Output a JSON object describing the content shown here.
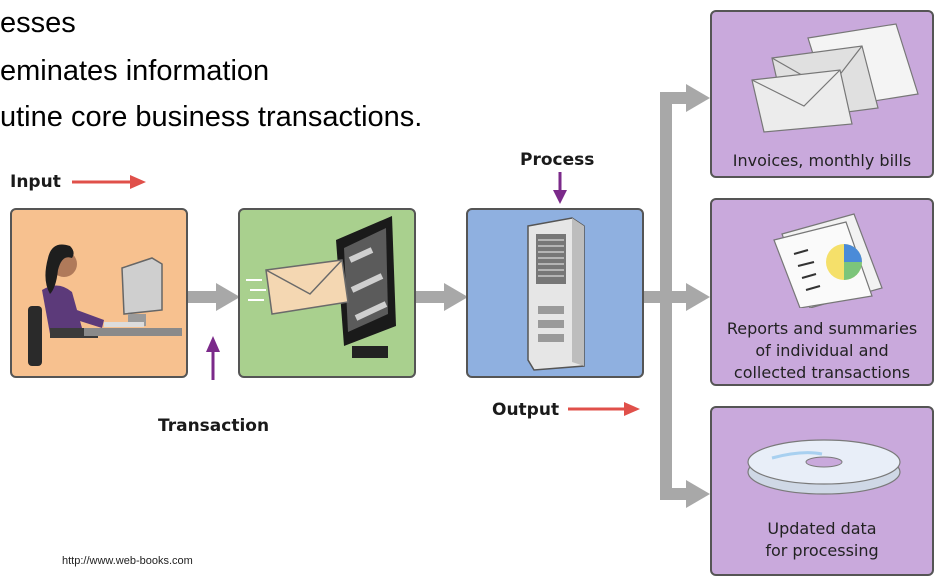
{
  "slide": {
    "bullet_lines": [
      "esses",
      "eminates information",
      "utine core business transactions."
    ],
    "source_url": "http://www.web-books.com"
  },
  "diagram": {
    "labels": {
      "input": "Input",
      "process": "Process",
      "transaction": "Transaction",
      "output": "Output"
    },
    "stages": [
      {
        "id": "input",
        "icon": "person-at-computer-icon",
        "color": "#f7c18f"
      },
      {
        "id": "transaction",
        "icon": "envelope-into-monitor-icon",
        "color": "#a9d08e"
      },
      {
        "id": "process",
        "icon": "server-tower-icon",
        "color": "#8fb0e0"
      }
    ],
    "outputs": [
      {
        "icon": "envelopes-icon",
        "caption_lines": [
          "Invoices, monthly bills"
        ]
      },
      {
        "icon": "reports-icon",
        "caption_lines": [
          "Reports and summaries",
          "of individual and",
          "collected transactions"
        ]
      },
      {
        "icon": "discs-icon",
        "caption_lines": [
          "Updated data",
          "for processing"
        ]
      }
    ],
    "colors": {
      "output_box": "#c9a9dc",
      "arrow_gray": "#a8a8a8",
      "arrow_red": "#e0504a",
      "arrow_purple": "#7b2a8a"
    }
  }
}
